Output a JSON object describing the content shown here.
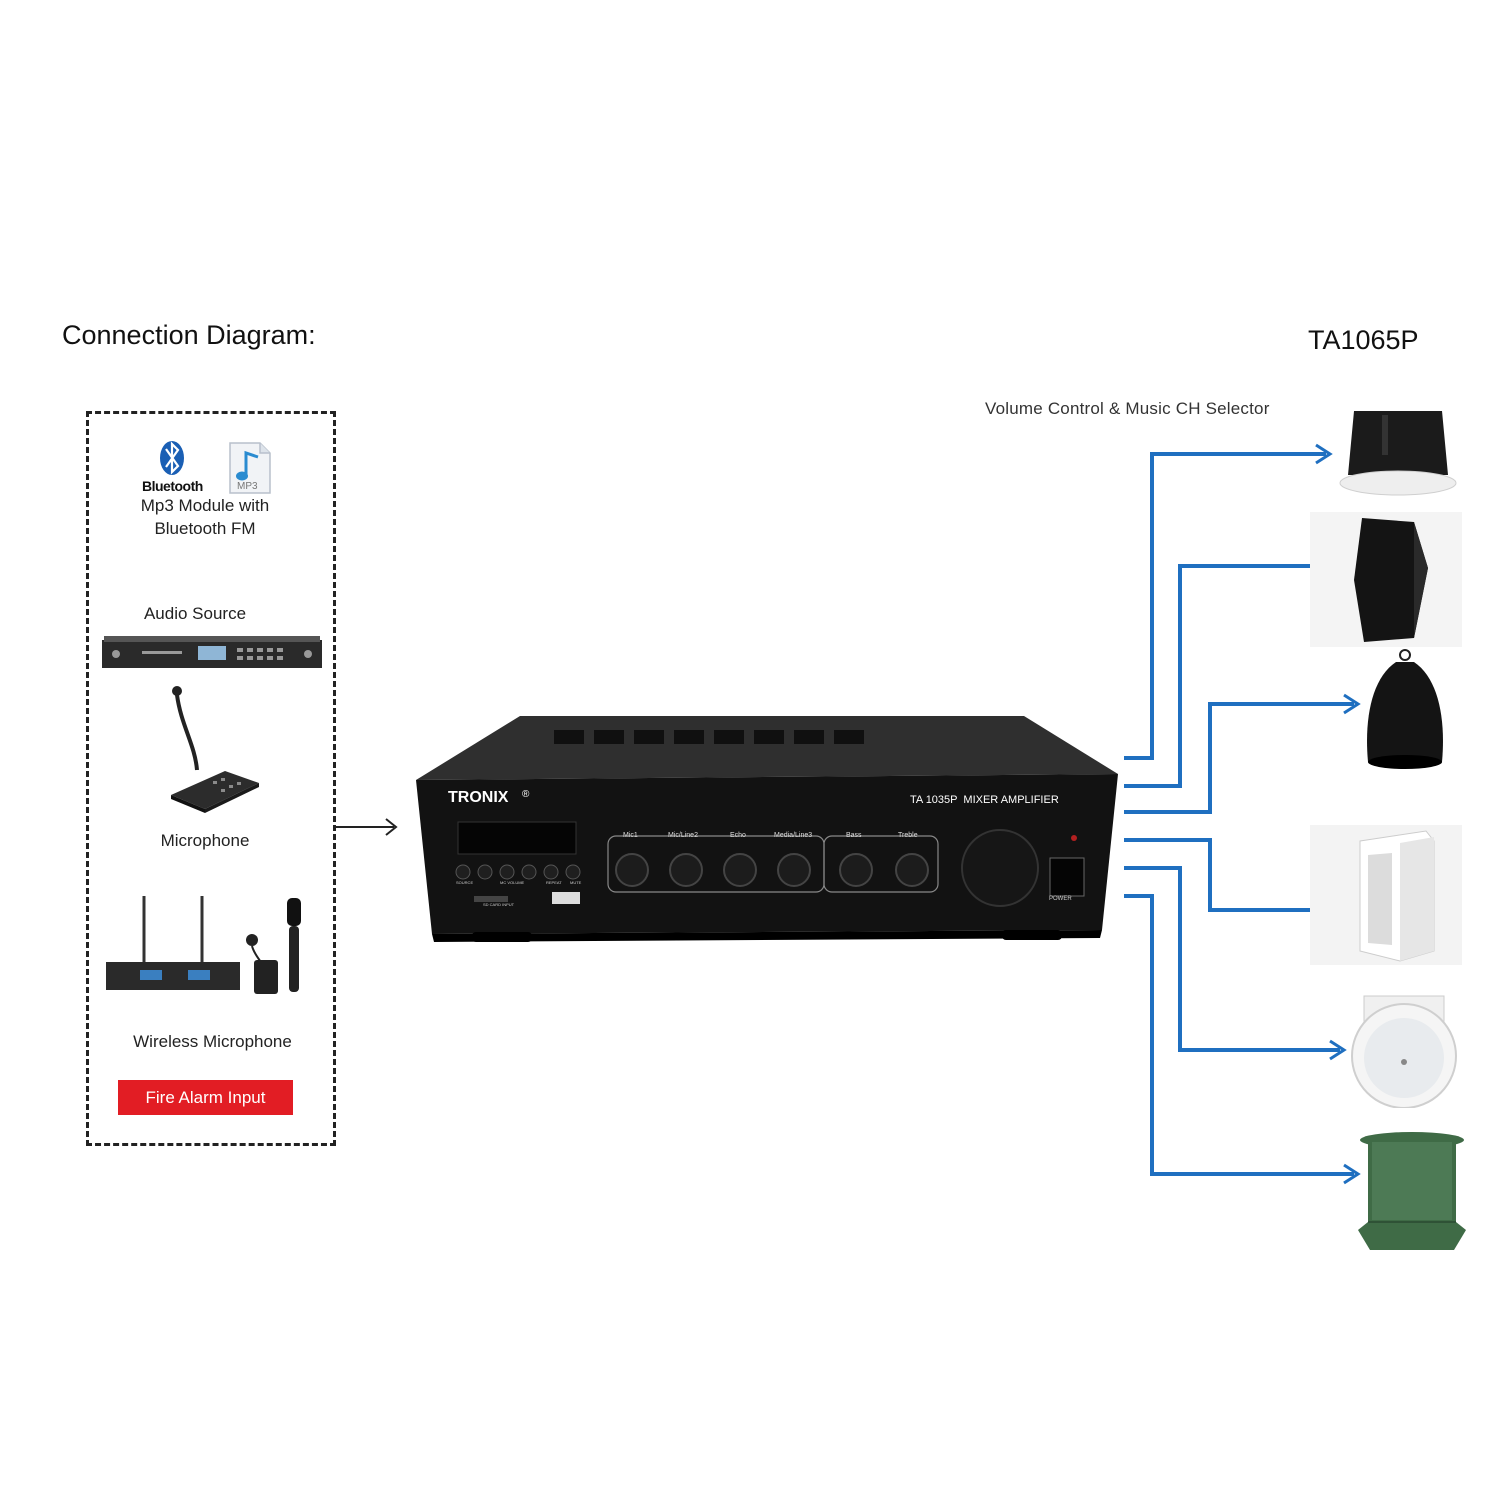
{
  "header": {
    "title": "Connection Diagram:",
    "model": "TA1065P"
  },
  "sources": {
    "bluetooth_logo_text": "Bluetooth",
    "mp3_icon_text": "MP3",
    "mp3_line1": "Mp3 Module with",
    "mp3_line2": "Bluetooth FM",
    "audio_source": "Audio Source",
    "microphone": "Microphone",
    "wireless_microphone": "Wireless Microphone",
    "fire_alarm": "Fire Alarm Input"
  },
  "amplifier": {
    "brand": "TRONIX",
    "brand_mark": "®",
    "model_label": "TA 1035P  MIXER AMPLIFIER",
    "knobs": [
      "Mic1",
      "Mic/Line2",
      "Echo",
      "Media/Line3",
      "Bass",
      "Treble"
    ],
    "buttons": [
      "SOURCE",
      "",
      "MC VOLUME",
      "",
      "REPEAT",
      "MUTE"
    ],
    "sd_label": "SD CARD INPUT",
    "power_label": "POWER"
  },
  "outputs": {
    "label": "Volume  Control & Music CH Selector",
    "speakers": [
      "ceiling-speaker-black",
      "wall-speaker-black",
      "pendant-speaker-black",
      "wall-speaker-white",
      "ceiling-speaker-white",
      "garden-speaker-green"
    ]
  },
  "colors": {
    "line_blue": "#1f6fc0",
    "fire_red": "#e21d24",
    "amp_black": "#121212",
    "garden_green": "#3f6b46"
  }
}
